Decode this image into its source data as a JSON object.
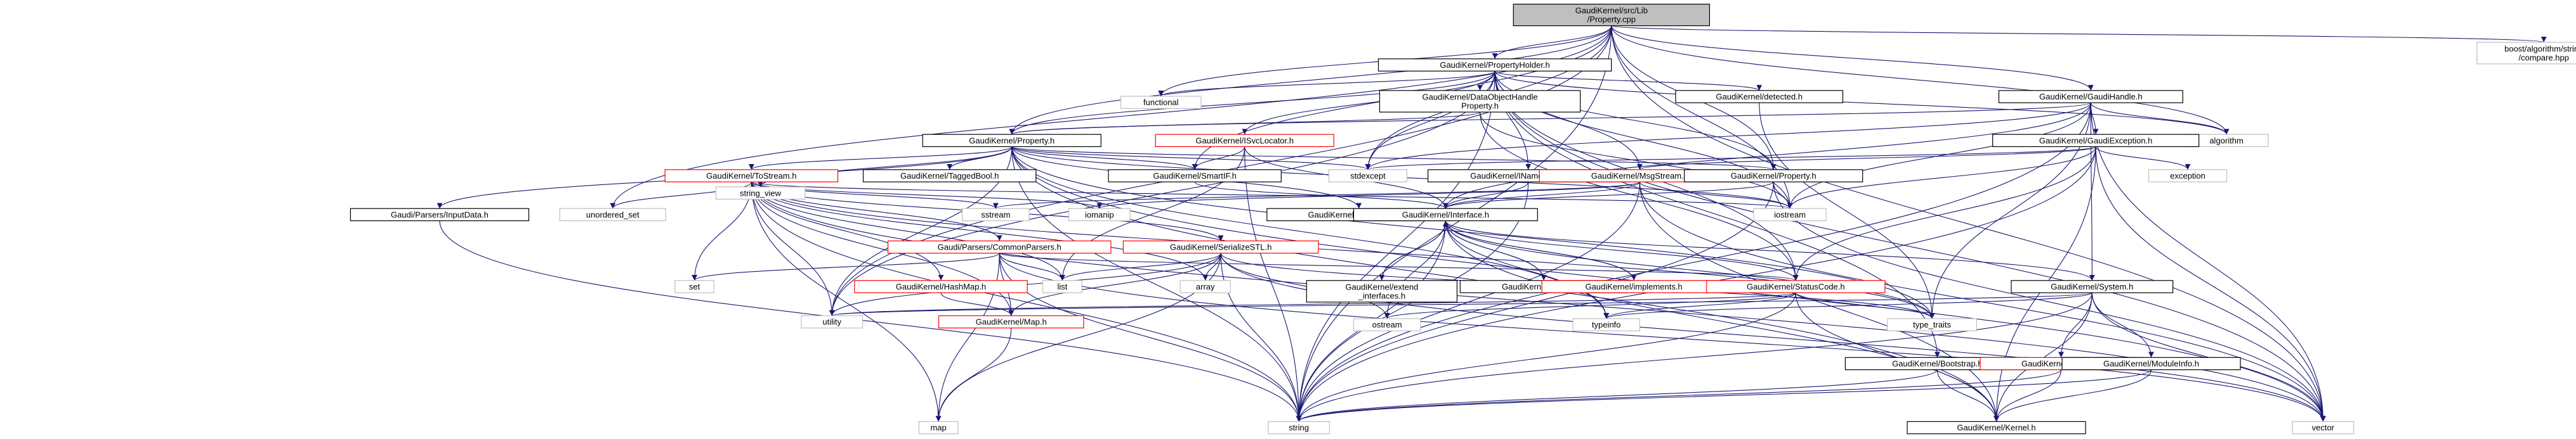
{
  "diagram": {
    "type": "include-dependency-graph",
    "colors": {
      "edge": "#191970",
      "root_fill": "#bfbfbf",
      "documented_border": "#000000",
      "incomplete_border": "#ff0000",
      "external_border": "#bfbfbf"
    },
    "nodes": [
      {
        "id": "root",
        "lines": [
          "GaudiKernel/src/Lib",
          "/Property.cpp"
        ],
        "style": "root"
      },
      {
        "id": "propertyholder",
        "lines": [
          "GaudiKernel/PropertyHolder.h"
        ],
        "style": "black"
      },
      {
        "id": "functional",
        "lines": [
          "functional"
        ],
        "style": "gray"
      },
      {
        "id": "boost_compare",
        "lines": [
          "boost/algorithm/string",
          "/compare.hpp"
        ],
        "style": "gray"
      },
      {
        "id": "dataobjecthandleproperty",
        "lines": [
          "GaudiKernel/DataObjectHandle",
          "Property.h"
        ],
        "style": "black"
      },
      {
        "id": "detected",
        "lines": [
          "GaudiKernel/detected.h"
        ],
        "style": "black"
      },
      {
        "id": "gaudihandle",
        "lines": [
          "GaudiKernel/GaudiHandle.h"
        ],
        "style": "black"
      },
      {
        "id": "property_h",
        "lines": [
          "GaudiKernel/Property.h"
        ],
        "style": "black"
      },
      {
        "id": "isvclocator",
        "lines": [
          "GaudiKernel/ISvcLocator.h"
        ],
        "style": "red"
      },
      {
        "id": "algorithm",
        "lines": [
          "algorithm"
        ],
        "style": "gray"
      },
      {
        "id": "gaudiexception",
        "lines": [
          "GaudiKernel/GaudiException.h"
        ],
        "style": "black"
      },
      {
        "id": "string_view",
        "lines": [
          "string_view"
        ],
        "style": "gray"
      },
      {
        "id": "tostream",
        "lines": [
          "GaudiKernel/ToStream.h"
        ],
        "style": "red"
      },
      {
        "id": "taggedbool",
        "lines": [
          "GaudiKernel/TaggedBool.h"
        ],
        "style": "black"
      },
      {
        "id": "smartif",
        "lines": [
          "GaudiKernel/SmartIF.h"
        ],
        "style": "black"
      },
      {
        "id": "stdexcept",
        "lines": [
          "stdexcept"
        ],
        "style": "gray"
      },
      {
        "id": "inamedinterface",
        "lines": [
          "GaudiKernel/INamedInterface.h"
        ],
        "style": "black"
      },
      {
        "id": "msgstream",
        "lines": [
          "GaudiKernel/MsgStream.h"
        ],
        "style": "red"
      },
      {
        "id": "property2",
        "lines": [
          "GaudiKernel/Property.h"
        ],
        "style": "black"
      },
      {
        "id": "exception",
        "lines": [
          "exception"
        ],
        "style": "gray"
      },
      {
        "id": "parsers_inputdata",
        "lines": [
          "Gaudi/Parsers/InputData.h"
        ],
        "style": "black"
      },
      {
        "id": "unordered_set",
        "lines": [
          "unordered_set"
        ],
        "style": "gray"
      },
      {
        "id": "sstream",
        "lines": [
          "sstream"
        ],
        "style": "gray"
      },
      {
        "id": "iomanip",
        "lines": [
          "iomanip"
        ],
        "style": "gray"
      },
      {
        "id": "propertyfwd",
        "lines": [
          "GaudiKernel/PropertyFwd.h"
        ],
        "style": "black"
      },
      {
        "id": "interface",
        "lines": [
          "GaudiKernel/Interface.h"
        ],
        "style": "black"
      },
      {
        "id": "iostream",
        "lines": [
          "iostream"
        ],
        "style": "gray"
      },
      {
        "id": "commonparsers",
        "lines": [
          "Gaudi/Parsers/CommonParsers.h"
        ],
        "style": "red"
      },
      {
        "id": "serializestl",
        "lines": [
          "GaudiKernel/SerializeSTL.h"
        ],
        "style": "red"
      },
      {
        "id": "set",
        "lines": [
          "set"
        ],
        "style": "gray"
      },
      {
        "id": "hashmap",
        "lines": [
          "GaudiKernel/HashMap.h"
        ],
        "style": "red"
      },
      {
        "id": "list",
        "lines": [
          "list"
        ],
        "style": "gray"
      },
      {
        "id": "array",
        "lines": [
          "array"
        ],
        "style": "gray"
      },
      {
        "id": "extend_interfaces",
        "lines": [
          "GaudiKernel/extend",
          "_interfaces.h"
        ],
        "style": "black"
      },
      {
        "id": "extends",
        "lines": [
          "GaudiKernel/extends.h"
        ],
        "style": "black"
      },
      {
        "id": "implements",
        "lines": [
          "GaudiKernel/implements.h"
        ],
        "style": "red"
      },
      {
        "id": "statuscode",
        "lines": [
          "GaudiKernel/StatusCode.h"
        ],
        "style": "red"
      },
      {
        "id": "system",
        "lines": [
          "GaudiKernel/System.h"
        ],
        "style": "black"
      },
      {
        "id": "utility",
        "lines": [
          "utility"
        ],
        "style": "gray"
      },
      {
        "id": "map_h",
        "lines": [
          "GaudiKernel/Map.h"
        ],
        "style": "red"
      },
      {
        "id": "ostream",
        "lines": [
          "ostream"
        ],
        "style": "gray"
      },
      {
        "id": "typeinfo",
        "lines": [
          "typeinfo"
        ],
        "style": "gray"
      },
      {
        "id": "type_traits",
        "lines": [
          "type_traits"
        ],
        "style": "gray"
      },
      {
        "id": "bootstrap",
        "lines": [
          "GaudiKernel/Bootstrap.h"
        ],
        "style": "black"
      },
      {
        "id": "timing",
        "lines": [
          "GaudiKernel/Timing.h"
        ],
        "style": "red"
      },
      {
        "id": "moduleinfo",
        "lines": [
          "GaudiKernel/ModuleInfo.h"
        ],
        "style": "black"
      },
      {
        "id": "map",
        "lines": [
          "map"
        ],
        "style": "gray"
      },
      {
        "id": "string",
        "lines": [
          "string"
        ],
        "style": "gray"
      },
      {
        "id": "kernel",
        "lines": [
          "GaudiKernel/Kernel.h"
        ],
        "style": "black"
      },
      {
        "id": "vector",
        "lines": [
          "vector"
        ],
        "style": "gray"
      }
    ],
    "edges": [
      [
        "root",
        "propertyholder"
      ],
      [
        "root",
        "functional"
      ],
      [
        "root",
        "boost_compare"
      ],
      [
        "root",
        "gaudihandle"
      ],
      [
        "root",
        "property_h"
      ],
      [
        "root",
        "algorithm"
      ],
      [
        "root",
        "smartif"
      ],
      [
        "root",
        "stdexcept"
      ],
      [
        "root",
        "unordered_set"
      ],
      [
        "root",
        "iostream"
      ],
      [
        "root",
        "utility"
      ],
      [
        "root",
        "string"
      ],
      [
        "root",
        "vector"
      ],
      [
        "root",
        "property2"
      ],
      [
        "propertyholder",
        "functional"
      ],
      [
        "propertyholder",
        "dataobjecthandleproperty"
      ],
      [
        "propertyholder",
        "detected"
      ],
      [
        "propertyholder",
        "property_h"
      ],
      [
        "propertyholder",
        "isvclocator"
      ],
      [
        "propertyholder",
        "algorithm"
      ],
      [
        "propertyholder",
        "stdexcept"
      ],
      [
        "propertyholder",
        "inamedinterface"
      ],
      [
        "propertyholder",
        "msgstream"
      ],
      [
        "propertyholder",
        "property2"
      ],
      [
        "propertyholder",
        "iostream"
      ],
      [
        "propertyholder",
        "statuscode"
      ],
      [
        "propertyholder",
        "bootstrap"
      ],
      [
        "propertyholder",
        "utility"
      ],
      [
        "propertyholder",
        "string"
      ],
      [
        "propertyholder",
        "vector"
      ],
      [
        "dataobjecthandleproperty",
        "property_h"
      ],
      [
        "dataobjecthandleproperty",
        "statuscode"
      ],
      [
        "dataobjecthandleproperty",
        "iostream"
      ],
      [
        "detected",
        "type_traits"
      ],
      [
        "gaudihandle",
        "property_h"
      ],
      [
        "gaudihandle",
        "gaudiexception"
      ],
      [
        "gaudihandle",
        "algorithm"
      ],
      [
        "gaudihandle",
        "stdexcept"
      ],
      [
        "gaudihandle",
        "iostream"
      ],
      [
        "gaudihandle",
        "system"
      ],
      [
        "gaudihandle",
        "interface"
      ],
      [
        "gaudihandle",
        "type_traits"
      ],
      [
        "gaudihandle",
        "string"
      ],
      [
        "gaudihandle",
        "vector"
      ],
      [
        "isvclocator",
        "smartif"
      ],
      [
        "isvclocator",
        "interface"
      ],
      [
        "isvclocator",
        "string"
      ],
      [
        "isvclocator",
        "list"
      ],
      [
        "property_h",
        "string_view"
      ],
      [
        "property_h",
        "tostream"
      ],
      [
        "property_h",
        "taggedbool"
      ],
      [
        "property_h",
        "smartif"
      ],
      [
        "property_h",
        "stdexcept"
      ],
      [
        "property_h",
        "parsers_inputdata"
      ],
      [
        "property_h",
        "propertyfwd"
      ],
      [
        "property_h",
        "iostream"
      ],
      [
        "property_h",
        "typeinfo"
      ],
      [
        "property_h",
        "string"
      ],
      [
        "property_h",
        "kernel"
      ],
      [
        "property_h",
        "utility"
      ],
      [
        "property_h",
        "type_traits"
      ],
      [
        "property_h",
        "vector"
      ],
      [
        "property_h",
        "property2"
      ],
      [
        "gaudiexception",
        "msgstream"
      ],
      [
        "gaudiexception",
        "statuscode"
      ],
      [
        "gaudiexception",
        "exception"
      ],
      [
        "gaudiexception",
        "iostream"
      ],
      [
        "gaudiexception",
        "string"
      ],
      [
        "gaudiexception",
        "kernel"
      ],
      [
        "gaudiexception",
        "stdexcept"
      ],
      [
        "gaudiexception",
        "vector"
      ],
      [
        "tostream",
        "unordered_set"
      ],
      [
        "tostream",
        "sstream"
      ],
      [
        "tostream",
        "iomanip"
      ],
      [
        "tostream",
        "commonparsers"
      ],
      [
        "tostream",
        "serializestl"
      ],
      [
        "tostream",
        "set"
      ],
      [
        "tostream",
        "hashmap"
      ],
      [
        "tostream",
        "list"
      ],
      [
        "tostream",
        "array"
      ],
      [
        "tostream",
        "utility"
      ],
      [
        "tostream",
        "map_h"
      ],
      [
        "tostream",
        "map"
      ],
      [
        "tostream",
        "string"
      ],
      [
        "tostream",
        "vector"
      ],
      [
        "tostream",
        "type_traits"
      ],
      [
        "tostream",
        "iostream"
      ],
      [
        "smartif",
        "interface"
      ],
      [
        "inamedinterface",
        "interface"
      ],
      [
        "inamedinterface",
        "string"
      ],
      [
        "msgstream",
        "iomanip"
      ],
      [
        "msgstream",
        "sstream"
      ],
      [
        "msgstream",
        "interface"
      ],
      [
        "msgstream",
        "string"
      ],
      [
        "msgstream",
        "kernel"
      ],
      [
        "msgstream",
        "vector"
      ],
      [
        "msgstream",
        "iostream"
      ],
      [
        "property2",
        "interface"
      ],
      [
        "property2",
        "iostream"
      ],
      [
        "property2",
        "string"
      ],
      [
        "property2",
        "vector"
      ],
      [
        "parsers_inputdata",
        "string"
      ],
      [
        "commonparsers",
        "list"
      ],
      [
        "commonparsers",
        "set"
      ],
      [
        "commonparsers",
        "map"
      ],
      [
        "commonparsers",
        "string"
      ],
      [
        "commonparsers",
        "vector"
      ],
      [
        "commonparsers",
        "map_h"
      ],
      [
        "commonparsers",
        "statuscode"
      ],
      [
        "serializestl",
        "list"
      ],
      [
        "serializestl",
        "array"
      ],
      [
        "serializestl",
        "ostream"
      ],
      [
        "serializestl",
        "utility"
      ],
      [
        "serializestl",
        "map_h"
      ],
      [
        "serializestl",
        "map"
      ],
      [
        "serializestl",
        "string"
      ],
      [
        "serializestl",
        "vector"
      ],
      [
        "serializestl",
        "type_traits"
      ],
      [
        "hashmap",
        "map_h"
      ],
      [
        "map_h",
        "map"
      ],
      [
        "interface",
        "extend_interfaces"
      ],
      [
        "interface",
        "extends"
      ],
      [
        "interface",
        "implements"
      ],
      [
        "interface",
        "statuscode"
      ],
      [
        "interface",
        "system"
      ],
      [
        "interface",
        "ostream"
      ],
      [
        "interface",
        "typeinfo"
      ],
      [
        "interface",
        "type_traits"
      ],
      [
        "interface",
        "kernel"
      ],
      [
        "interface",
        "string"
      ],
      [
        "extend_interfaces",
        "interface"
      ],
      [
        "extends",
        "interface"
      ],
      [
        "implements",
        "interface"
      ],
      [
        "statuscode",
        "utility"
      ],
      [
        "statuscode",
        "ostream"
      ],
      [
        "statuscode",
        "type_traits"
      ],
      [
        "statuscode",
        "kernel"
      ],
      [
        "statuscode",
        "string"
      ],
      [
        "statuscode",
        "typeinfo"
      ],
      [
        "system",
        "timing"
      ],
      [
        "system",
        "moduleinfo"
      ],
      [
        "system",
        "kernel"
      ],
      [
        "system",
        "string"
      ],
      [
        "system",
        "vector"
      ],
      [
        "system",
        "typeinfo"
      ],
      [
        "system",
        "utility"
      ],
      [
        "timing",
        "kernel"
      ],
      [
        "timing",
        "string"
      ],
      [
        "moduleinfo",
        "kernel"
      ],
      [
        "moduleinfo",
        "string"
      ],
      [
        "bootstrap",
        "kernel"
      ],
      [
        "bootstrap",
        "string"
      ]
    ]
  }
}
